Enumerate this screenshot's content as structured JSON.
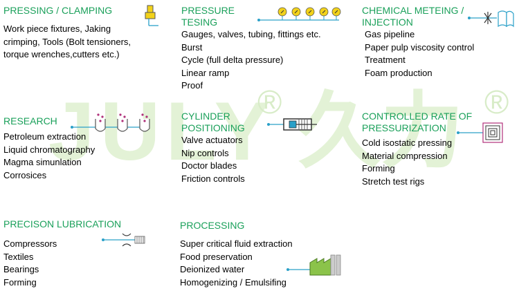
{
  "watermark": {
    "latin": "JULY",
    "cjk": "久力",
    "reg_mark": "®"
  },
  "sections": [
    {
      "title_lines": [
        "PRESSING / CLAMPING"
      ],
      "items": [
        "Work piece fixtures, Jaking",
        "crimping, Tools (Bolt tensioners,",
        "torque wrenches,cutters etc.)"
      ],
      "icon": "pressure-clamp-icon"
    },
    {
      "title_lines": [
        "PRESSURE",
        "TESING"
      ],
      "items": [
        "Gauges, valves, tubing, fittings etc.",
        "Burst",
        "Cycle (full delta pressure)",
        "Linear ramp",
        "Proof"
      ],
      "icon": "pressure-gauges-icon"
    },
    {
      "title_lines": [
        "CHEMICAL METEING /",
        "INJECTION"
      ],
      "items": [
        "Gas pipeline",
        "Paper pulp viscosity control",
        "Treatment",
        "Foam production"
      ],
      "icon": "injection-valve-icon"
    },
    {
      "title_lines": [
        "RESEARCH"
      ],
      "items": [
        "Petroleum extraction",
        "Liquid chromatography",
        "Magma simunlation",
        "Corrosices"
      ],
      "icon": "test-tubes-icon"
    },
    {
      "title_lines": [
        "CYLINDER",
        "POSITIONING"
      ],
      "items": [
        "Valve actuators",
        "Nip controls",
        "Doctor blades",
        "Friction controls"
      ],
      "icon": "cylinder-icon"
    },
    {
      "title_lines": [
        "CONTROLLED RATE OF",
        "PRESSURIZATION"
      ],
      "items": [
        "Cold isostatic pressing",
        "Material compression",
        "Forming",
        "Stretch test rigs"
      ],
      "icon": "pressure-vessel-icon"
    },
    {
      "title_lines": [
        "PRECISON LUBRICATION"
      ],
      "items": [
        "Compressors",
        "Textiles",
        "Bearings",
        "Forming"
      ],
      "icon": "lubrication-nozzle-icon"
    },
    {
      "title_lines": [
        "PROCESSING"
      ],
      "items": [
        "Super critical fluid extraction",
        "Food preservation",
        "Deionized water",
        "Homogenizing / Emulsifing"
      ],
      "icon": "factory-icon"
    }
  ],
  "colors": {
    "title": "#1aa05a",
    "line": "#2aa0c8",
    "gauge": "#f2d21a",
    "watermark": "#e3f2d6",
    "research_dot": "#b0307a"
  }
}
